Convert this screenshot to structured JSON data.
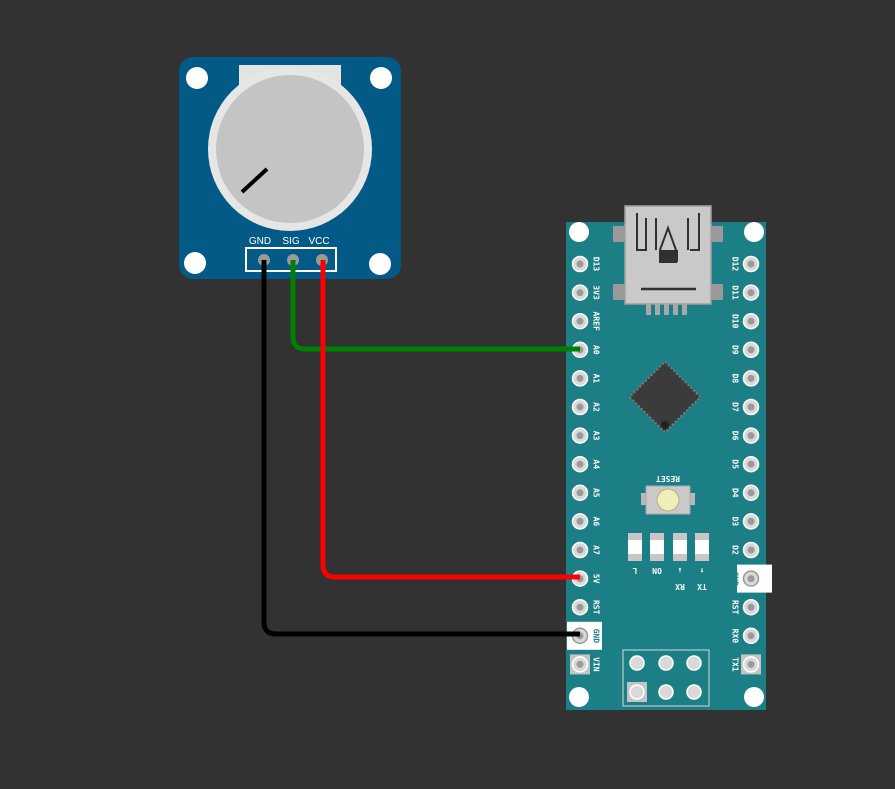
{
  "potentiometer": {
    "pins": [
      "GND",
      "SIG",
      "VCC"
    ]
  },
  "nano": {
    "left_pins": [
      "D13",
      "3V3",
      "AREF",
      "A0",
      "A1",
      "A2",
      "A3",
      "A4",
      "A5",
      "A6",
      "A7",
      "5V",
      "RST",
      "GND",
      "VIN"
    ],
    "right_pins": [
      "D12",
      "D11",
      "D10",
      "D9",
      "D8",
      "D7",
      "D6",
      "D5",
      "D4",
      "D3",
      "D2",
      "GND",
      "RST",
      "RX0",
      "TX1"
    ],
    "reset_label": "RESET",
    "led_labels": [
      "L",
      "ON",
      "↓",
      "↑"
    ],
    "led_sub_labels": [
      "RX",
      "TX"
    ]
  },
  "wires": [
    {
      "from": "GND",
      "to": "GND",
      "color": "#000000"
    },
    {
      "from": "SIG",
      "to": "A0",
      "color": "#008000"
    },
    {
      "from": "VCC",
      "to": "5V",
      "color": "#ff0000"
    }
  ],
  "colors": {
    "background": "#323232",
    "pot_board": "#045a87",
    "nano_board": "#1c7f86",
    "knob": "#c4c4c4"
  }
}
